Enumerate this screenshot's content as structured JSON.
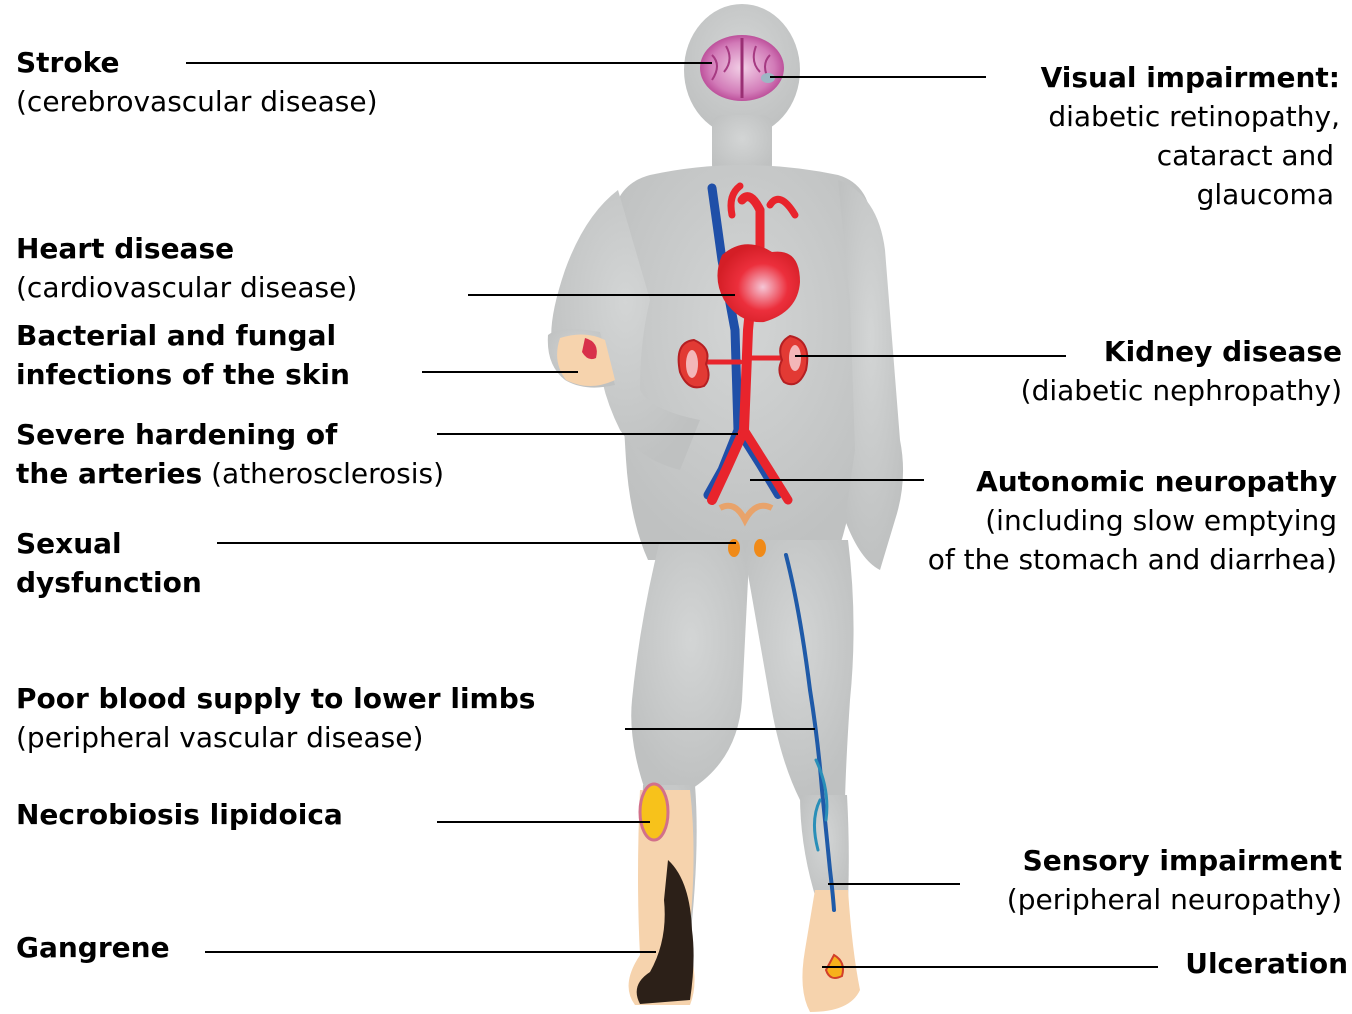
{
  "labels": {
    "stroke": {
      "title": "Stroke",
      "sub": "(cerebrovascular disease)"
    },
    "visual": {
      "title": "Visual impairment:",
      "sub1": "diabetic retinopathy,",
      "sub2": "cataract and",
      "sub3": "glaucoma"
    },
    "heart": {
      "title": "Heart disease",
      "sub": "(cardiovascular disease)"
    },
    "skin": {
      "line1": "Bacterial and fungal",
      "line2": "infections of the skin"
    },
    "kidney": {
      "title": "Kidney disease",
      "sub": "(diabetic nephropathy)"
    },
    "arteries": {
      "line1": "Severe hardening of",
      "line2": "the arteries",
      "sub": "(atherosclerosis)"
    },
    "autonomic": {
      "title": "Autonomic neuropathy",
      "sub1": "(including slow emptying",
      "sub2": "of the stomach and diarrhea)"
    },
    "sexual": {
      "line1": "Sexual",
      "line2": "dysfunction"
    },
    "poor_blood": {
      "title": "Poor blood supply to lower limbs",
      "sub": "(peripheral vascular disease)"
    },
    "necrobiosis": {
      "title": "Necrobiosis lipidoica"
    },
    "sensory": {
      "title": "Sensory impairment",
      "sub": "(peripheral neuropathy)"
    },
    "gangrene": {
      "title": "Gangrene"
    },
    "ulceration": {
      "title": "Ulceration"
    }
  },
  "colors": {
    "body": "#c9cbcb",
    "skin_tone": "#f6d3ad",
    "artery": "#e8242c",
    "vein": "#1f4fa8",
    "brain": "#c64f9b",
    "kidney": "#e23a34",
    "lesion": "#f7c21b",
    "gangrene": "#2c2018"
  }
}
